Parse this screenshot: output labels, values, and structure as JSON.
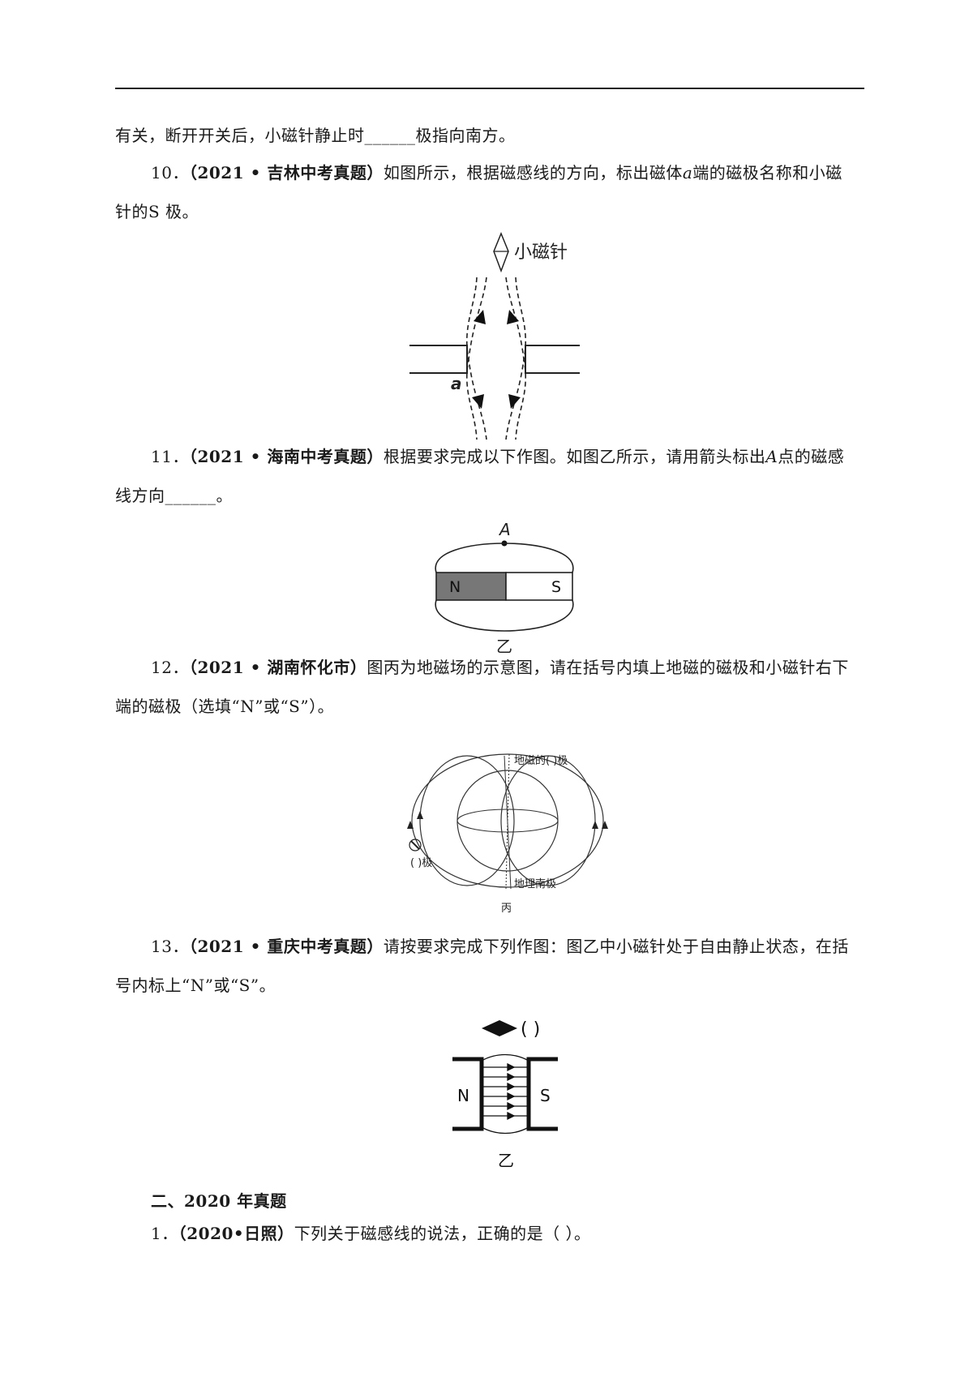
{
  "q9": {
    "continuation": "有关，断开开关后，小磁针静止时______极指向南方。"
  },
  "q10": {
    "number": "10．",
    "source": "（2021 • 吉林中考真题）",
    "text_line1": "如图所示，根据磁感线的方向，标出磁体",
    "italic_a": "a",
    "text_line1_end": "端的磁极名称和小磁",
    "text_line2": "针的S 极。",
    "figure": {
      "needle_label": "小磁针",
      "end_label": "a"
    }
  },
  "q11": {
    "number": "11．",
    "source": "（2021 • 海南中考真题）",
    "text_line1": "根据要求完成以下作图。如图乙所示，请用箭头标出",
    "italic_A": "A",
    "text_line1_end": "点的磁感",
    "text_line2": "线方向______。",
    "figure": {
      "point_label": "A",
      "n_label": "N",
      "s_label": "S",
      "caption": "乙"
    }
  },
  "q12": {
    "number": "12．",
    "source": "（2021 • 湖南怀化市）",
    "text_line1": "图丙为地磁场的示意图，请在括号内填上地磁的磁极和小磁针右下",
    "text_line2": "端的磁极（选填“N”或“S”）。",
    "figure": {
      "top_label": "地磁的(    )极",
      "left_label": "(    )极",
      "bottom_label": "地理南极",
      "caption": "丙"
    }
  },
  "q13": {
    "number": "13．",
    "source": "（2021 • 重庆中考真题）",
    "text_line1": "请按要求完成下列作图：图乙中小磁针处于自由静止状态，在括",
    "text_line2": "号内标上“N”或“S”。",
    "figure": {
      "bracket": "(    )",
      "n_label": "N",
      "s_label": "S",
      "caption": "乙"
    }
  },
  "section2": {
    "heading": "二、2020 年真题"
  },
  "q2020_1": {
    "number": "1．",
    "source": "（2020•日照）",
    "text": "下列关于磁感线的说法，正确的是（        ）。"
  }
}
